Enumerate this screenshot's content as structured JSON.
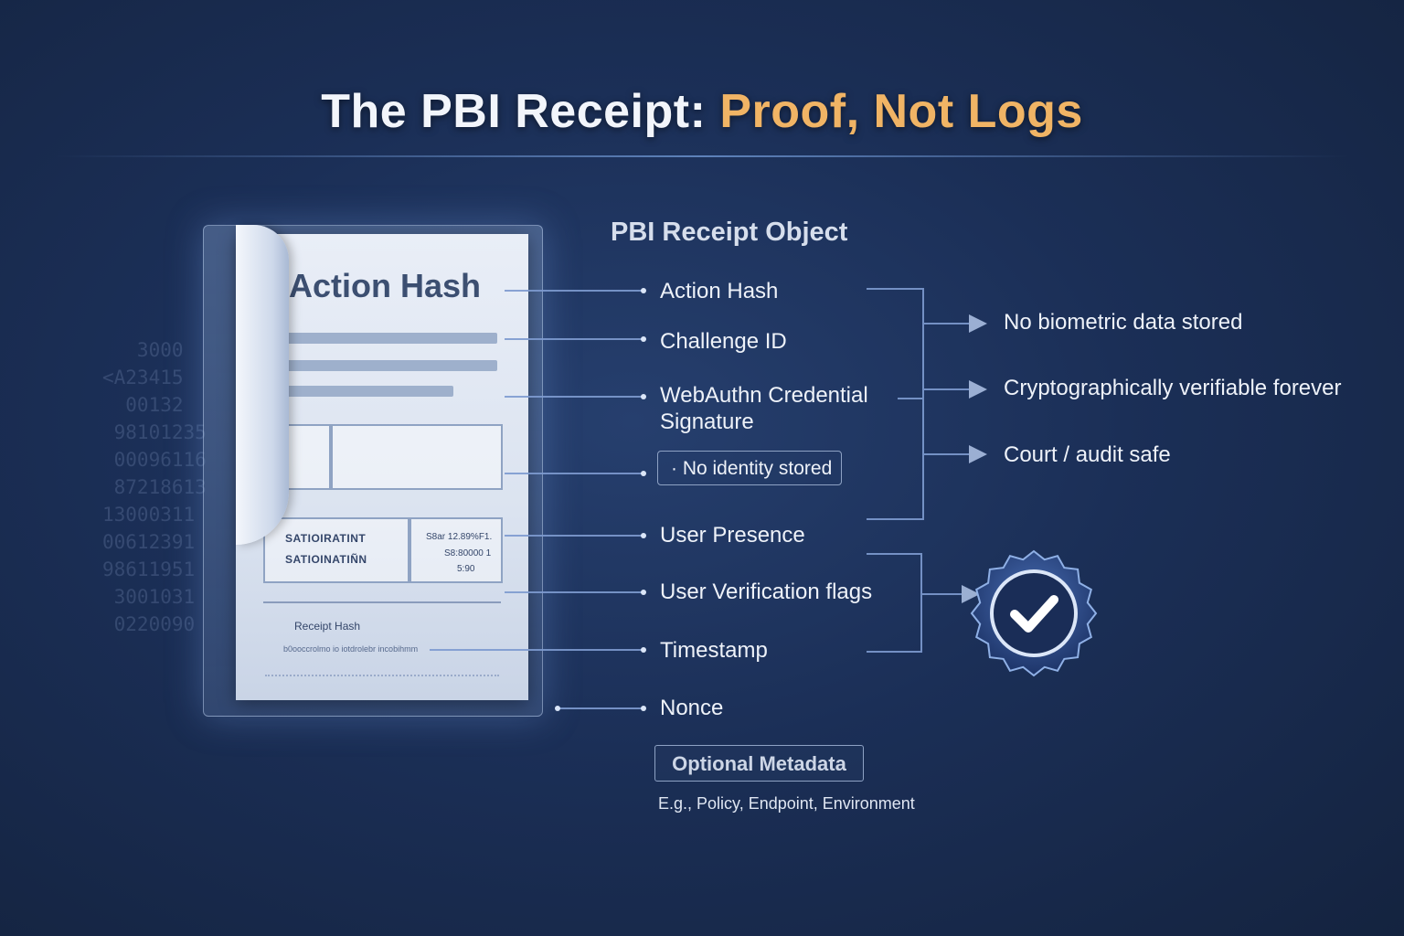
{
  "title": {
    "main": "The PBI Receipt:",
    "accent": "Proof, Not Logs"
  },
  "receipt_doc": {
    "heading": "Action Hash",
    "row1": "SATIOIRATINT",
    "row2": "SATIOINATIÑN",
    "cells": [
      "S8ar 12.89%F1.",
      "S8:80000 1",
      "5:90"
    ],
    "footer": "Receipt Hash",
    "footer_sub": "b0ooccrolmo io iotdrolebr incobihmm",
    "background_hex": [
      "   3000",
      "<A23415",
      "  00132",
      " 98101235",
      " 00096116",
      " 87218613",
      "13000311",
      "00612391",
      "98611951",
      " 3001031",
      " 0220090"
    ]
  },
  "object_header": "PBI Receipt Object",
  "fields": {
    "action_hash": "Action Hash",
    "challenge_id": "Challenge ID",
    "webauthn_line1": "WebAuthn Credential",
    "webauthn_line2": "Signature",
    "no_identity": "No identity stored",
    "user_presence": "User Presence",
    "user_verification": "User Verification flags",
    "timestamp": "Timestamp",
    "nonce": "Nonce"
  },
  "optional_metadata": {
    "label": "Optional Metadata",
    "note": "E.g., Policy, Endpoint, Environment"
  },
  "benefits": [
    "No biometric data stored",
    "Cryptographically verifiable forever",
    "Court / audit safe"
  ],
  "colors": {
    "background": "#1b2f57",
    "accent": "#f0b465",
    "connector": "#7e9bd0",
    "badge": "#2e4f8f"
  },
  "icons": [
    "checkmark-badge-icon",
    "arrow-right-icon"
  ]
}
